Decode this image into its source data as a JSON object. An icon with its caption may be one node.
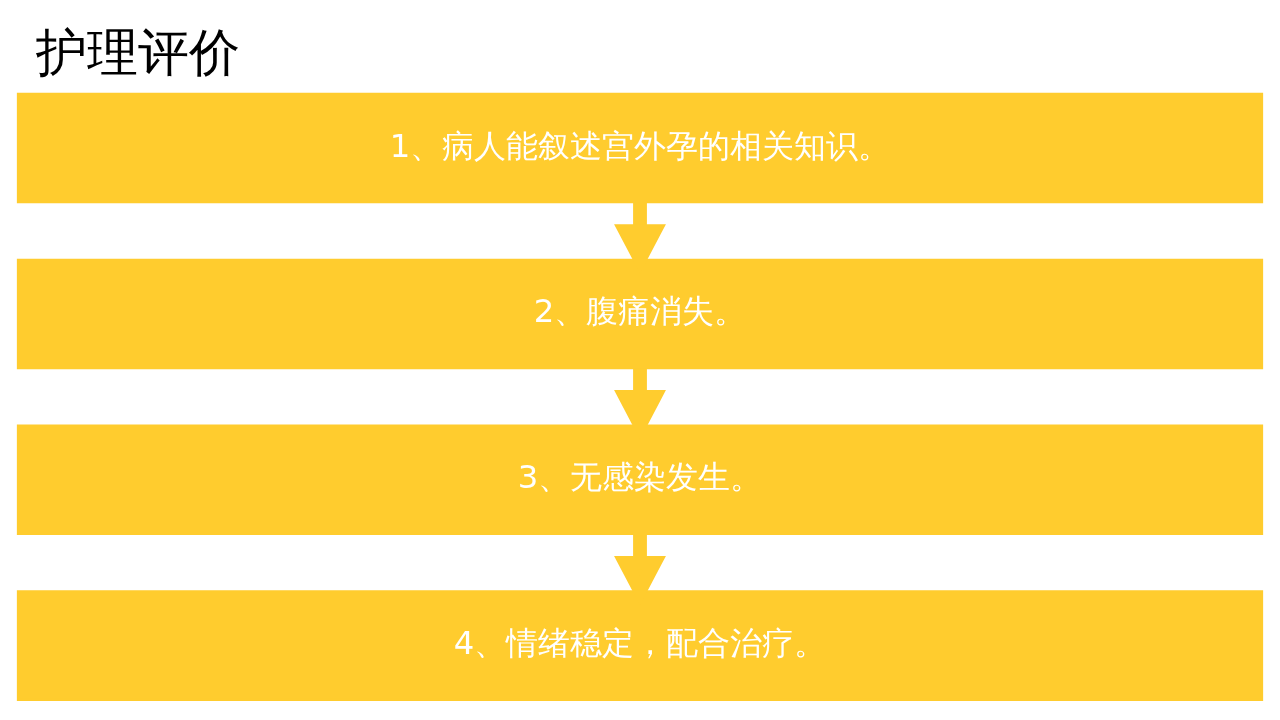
{
  "diagram": {
    "title": "护理评价",
    "nodes": [
      {
        "text": [
          "1、病人能叙述宫外孕的相关知识。"
        ]
      },
      {
        "text": [
          "2、腹痛消失。"
        ]
      },
      {
        "text": [
          "3、无感染发生。"
        ]
      },
      {
        "text": [
          "4、情绪稳定，配合治疗。"
        ]
      }
    ],
    "edges": [
      {
        "from": 0,
        "to": 1,
        "arrow": "to"
      },
      {
        "from": 1,
        "to": 2,
        "arrow": "to"
      },
      {
        "from": 2,
        "to": 3,
        "arrow": "to"
      }
    ]
  }
}
